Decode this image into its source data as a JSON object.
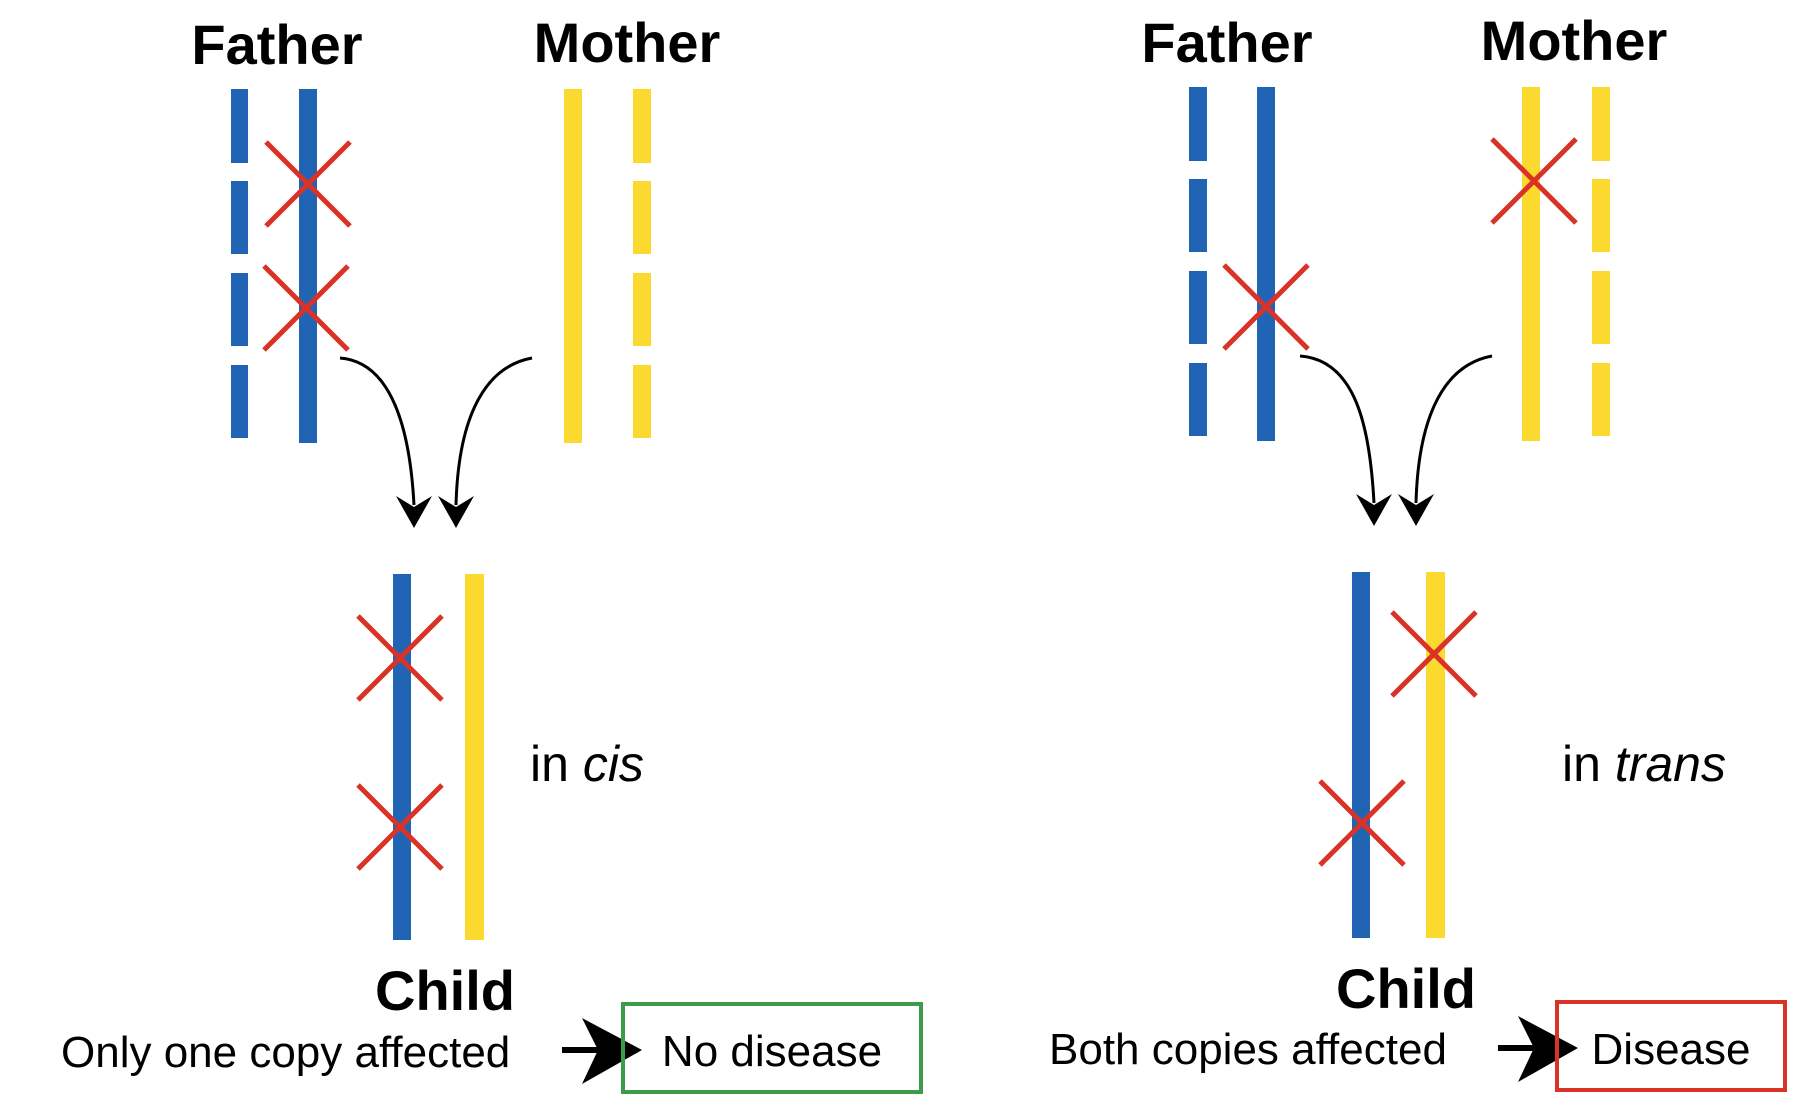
{
  "colors": {
    "paternal": "#2264b4",
    "maternal": "#fcd92e",
    "mutation": "#d93226",
    "no_disease_box": "#3c9c47",
    "disease_box": "#d93226"
  },
  "icons": [
    "mutation-x-icon",
    "inheritance-arrow-icon",
    "result-arrow-icon"
  ],
  "panels": [
    {
      "id": "cis",
      "father_label": "Father",
      "mother_label": "Mother",
      "child_label": "Child",
      "mode_prefix": "in ",
      "mode_term": "cis",
      "note": "Only one copy affected",
      "outcome": "No disease"
    },
    {
      "id": "trans",
      "father_label": "Father",
      "mother_label": "Mother",
      "child_label": "Child",
      "mode_prefix": "in ",
      "mode_term": "trans",
      "note": "Both copies affected",
      "outcome": "Disease"
    }
  ]
}
